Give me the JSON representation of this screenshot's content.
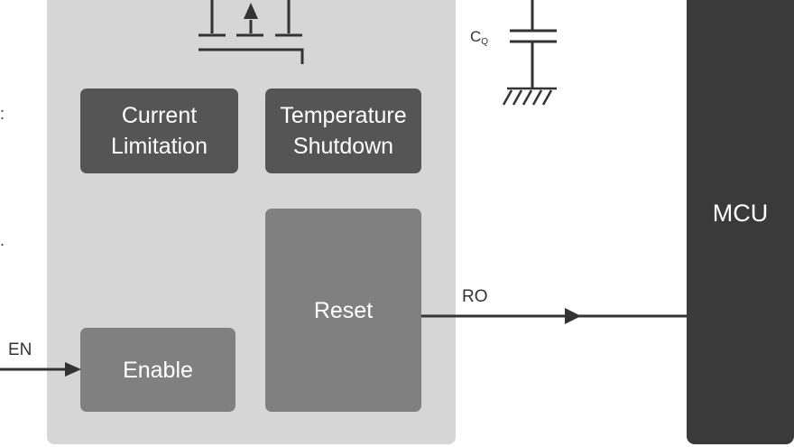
{
  "blocks": {
    "current_limitation": "Current\nLimitation",
    "temperature_shutdown": "Temperature\nShutdown",
    "reset": "Reset",
    "enable": "Enable",
    "mcu": "MCU"
  },
  "signals": {
    "en": "EN",
    "ro": "RO"
  },
  "capacitor": {
    "label": "C",
    "subscript": "Q"
  },
  "edge_marks": [
    ":",
    "."
  ],
  "colors": {
    "chip_background": "#d6d6d6",
    "dark_block": "#555555",
    "mid_block": "#808080",
    "mcu_block": "#3a3a3a",
    "wire": "#333333"
  }
}
